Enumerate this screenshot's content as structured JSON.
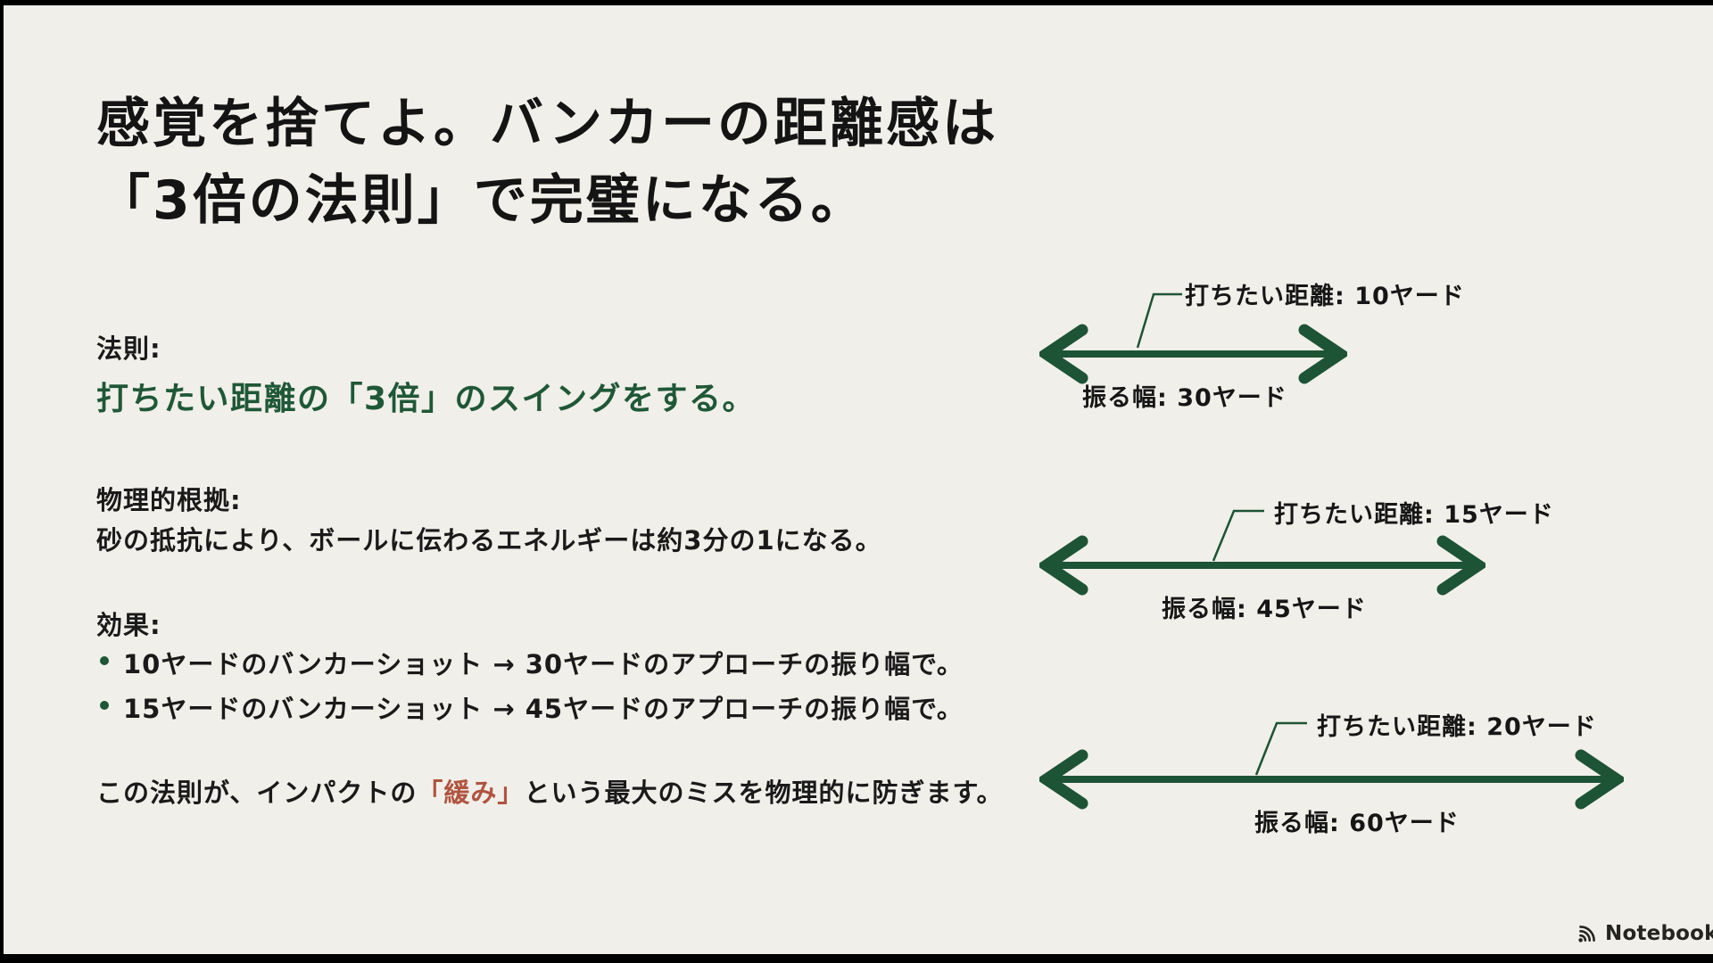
{
  "slide": {
    "title_line1": "感覚を捨てよ。バンカーの距離感は",
    "title_line2": "「3倍の法則」で完璧になる。",
    "sections": {
      "law_label": "法則:",
      "law_statement": "打ちたい距離の「3倍」のスイングをする。",
      "physics_label": "物理的根拠:",
      "physics_text": "砂の抵抗により、ボールに伝わるエネルギーは約3分の1になる。",
      "effect_label": "効果:",
      "effect_bullets": [
        "10ヤードのバンカーショット → 30ヤードのアプローチの振り幅で。",
        "15ヤードのバンカーショット → 45ヤードのアプローチの振り幅で。"
      ],
      "conclusion_prefix": "この法則が、インパクトの",
      "conclusion_highlight": "「緩み」",
      "conclusion_suffix": "という最大のミスを物理的に防ぎます。"
    },
    "diagrams": [
      {
        "target_label": "打ちたい距離: 10ヤード",
        "swing_label": "振る幅: 30ヤード",
        "target_yards": 10,
        "swing_yards": 30
      },
      {
        "target_label": "打ちたい距離: 15ヤード",
        "swing_label": "振る幅: 45ヤード",
        "target_yards": 15,
        "swing_yards": 45
      },
      {
        "target_label": "打ちたい距離: 20ヤード",
        "swing_label": "振る幅: 60ヤード",
        "target_yards": 20,
        "swing_yards": 60
      }
    ],
    "colors": {
      "background": "#f1efe9",
      "accent_green": "#1d5435",
      "accent_red": "#b05440",
      "text": "#1a1a1a"
    }
  },
  "watermark": {
    "label": "NotebookLM"
  }
}
